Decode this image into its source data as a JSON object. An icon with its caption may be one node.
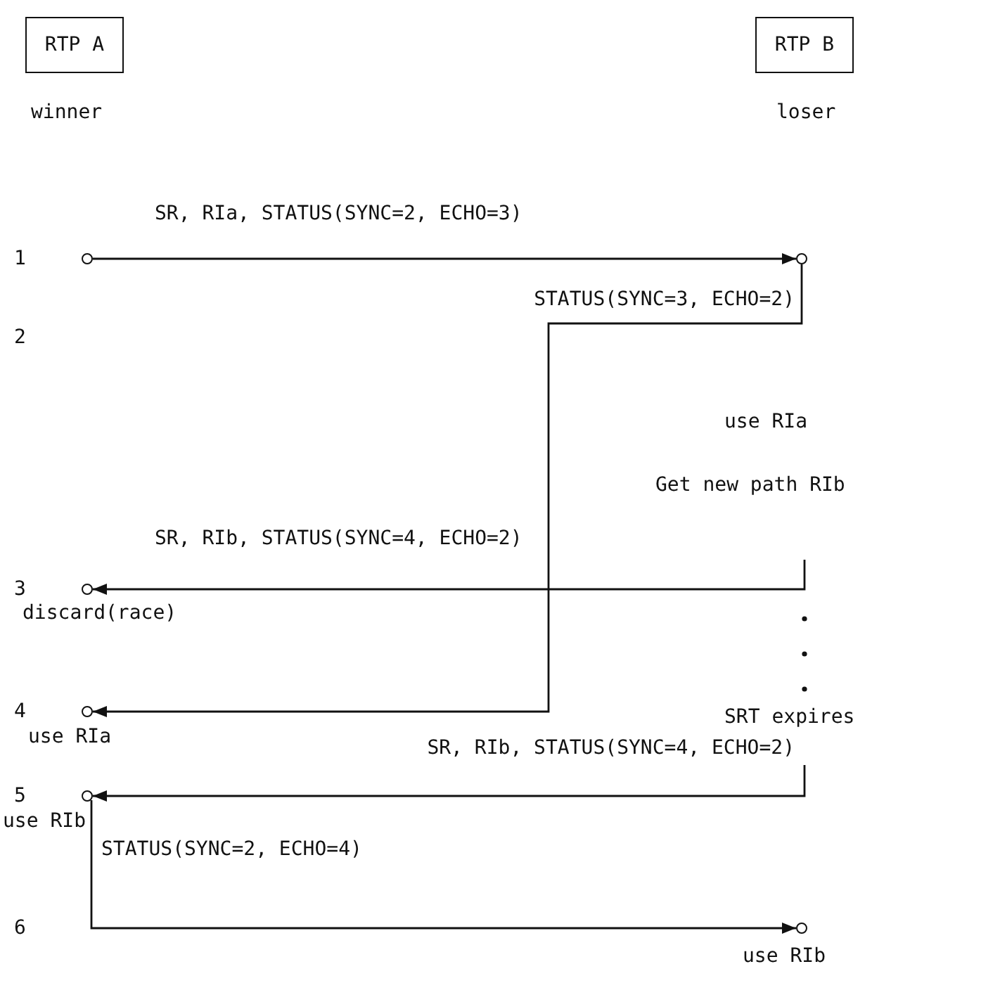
{
  "diagram": {
    "nodes": [
      {
        "text": [
          "RTP A"
        ],
        "beside": [
          "winner"
        ]
      },
      {
        "text": [
          "RTP B"
        ],
        "beside": [
          "loser"
        ]
      },
      {
        "text": [],
        "shape": "circle"
      },
      {
        "text": [],
        "shape": "circle"
      },
      {
        "text": [],
        "shape": "circle",
        "beside": [
          "discard(race)"
        ]
      },
      {
        "text": [],
        "shape": "circle",
        "beside": [
          "use RIa"
        ]
      },
      {
        "text": [],
        "shape": "circle",
        "beside": [
          "use RIb"
        ]
      },
      {
        "text": [],
        "shape": "circle",
        "beside": [
          "use RIb"
        ]
      }
    ],
    "edges": [
      {
        "from": 2,
        "to": 3,
        "arrow": "to",
        "label": "SR, RIa, STATUS(SYNC=2, ECHO=3)"
      },
      {
        "from": 3,
        "to": 5,
        "arrow": "to",
        "label": "STATUS(SYNC=3, ECHO=2)"
      },
      {
        "from": null,
        "to": 4,
        "arrow": "to",
        "label": "SR, RIb, STATUS(SYNC=4, ECHO=2)"
      },
      {
        "from": null,
        "to": 6,
        "arrow": "to",
        "label": "SR, RIb, STATUS(SYNC=4, ECHO=2)"
      },
      {
        "from": 6,
        "to": 7,
        "arrow": "to",
        "label": "STATUS(SYNC=2, ECHO=4)"
      }
    ],
    "labels": [
      "1",
      "2",
      "use RIa",
      "Get new path RIb",
      "3",
      "4",
      "SRT expires",
      "5",
      "6"
    ]
  }
}
